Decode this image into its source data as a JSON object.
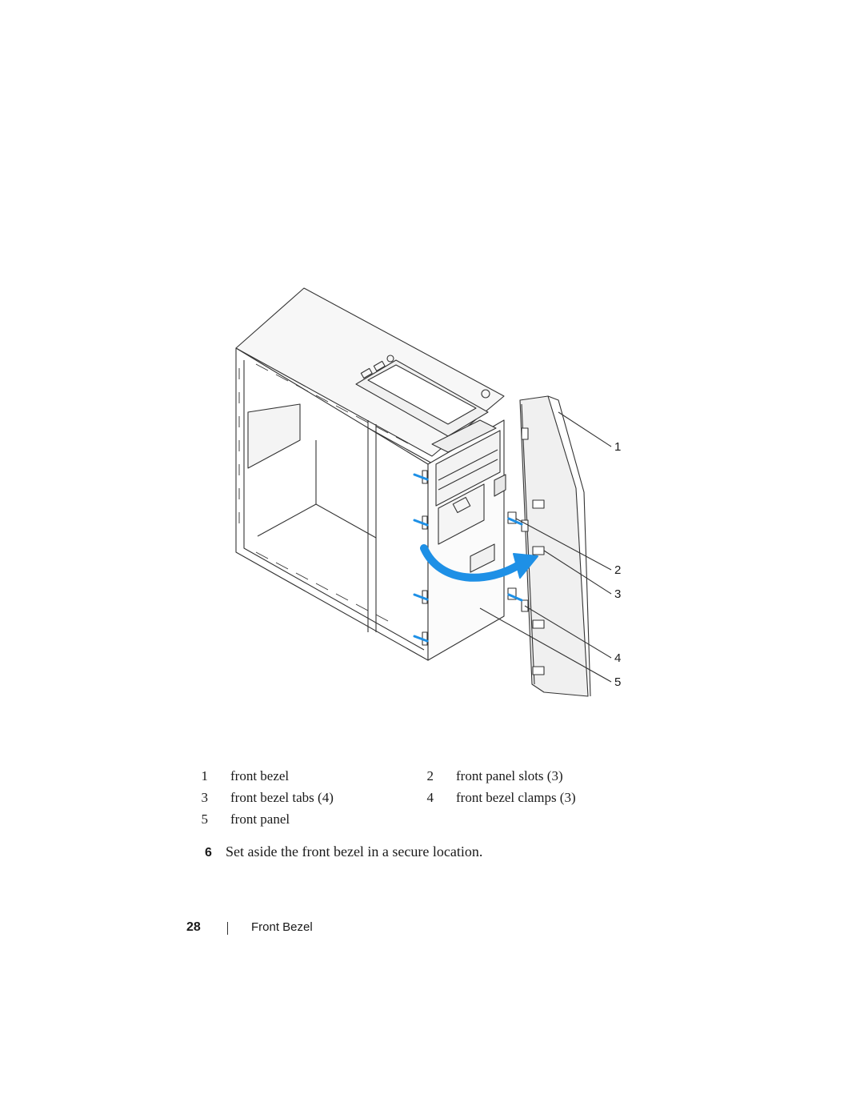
{
  "figure": {
    "callouts": [
      "1",
      "2",
      "3",
      "4",
      "5"
    ],
    "arrow_color": "#1e90e6"
  },
  "legend": [
    {
      "num": "1",
      "text": "front bezel"
    },
    {
      "num": "2",
      "text": "front panel slots (3)"
    },
    {
      "num": "3",
      "text": "front bezel tabs (4)"
    },
    {
      "num": "4",
      "text": "front bezel clamps (3)"
    },
    {
      "num": "5",
      "text": "front panel"
    }
  ],
  "step": {
    "num": "6",
    "text": "Set aside the front bezel in a secure location."
  },
  "footer": {
    "page_number": "28",
    "section_title": "Front Bezel"
  }
}
